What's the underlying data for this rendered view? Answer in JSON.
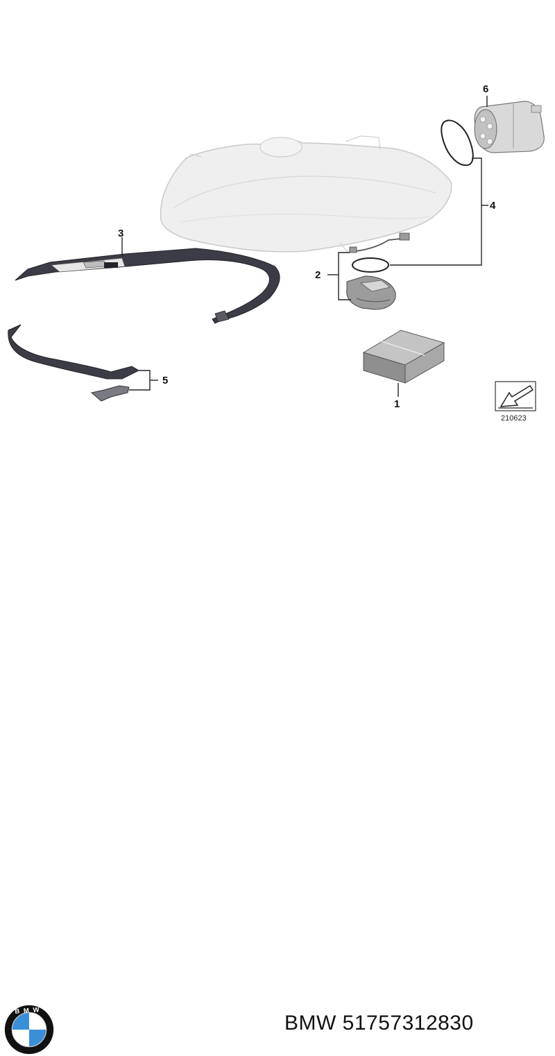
{
  "diagram": {
    "callouts": [
      {
        "id": "1",
        "label": "1"
      },
      {
        "id": "2",
        "label": "2"
      },
      {
        "id": "3",
        "label": "3"
      },
      {
        "id": "4",
        "label": "4"
      },
      {
        "id": "5",
        "label": "5"
      },
      {
        "id": "6",
        "label": "6"
      }
    ],
    "drawing_number": "210623"
  },
  "caption": {
    "brand": "BMW",
    "part_number": "51757312830",
    "text": "BMW 51757312830",
    "logo_letters": "BMW"
  },
  "colors": {
    "headlight_fill": "#efefef",
    "headlight_stroke": "#c9c9c9",
    "part_dark": "#3c3c46",
    "logo_blue": "#3a8fd6",
    "logo_ring": "#111111"
  }
}
